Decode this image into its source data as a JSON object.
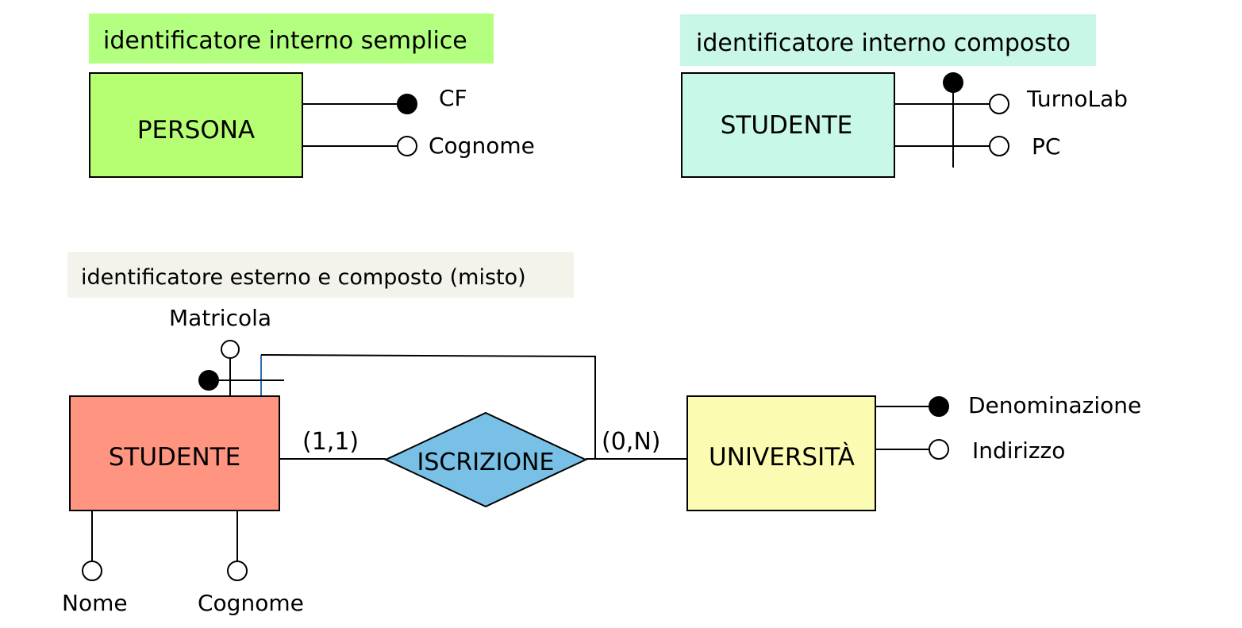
{
  "colors": {
    "green_label_bg": "#b3ff80",
    "teal_label_bg": "#c8f7e8",
    "gray_label_bg": "#f3f3ec",
    "persona_fill": "#b6ff73",
    "studente_top_fill": "#c8f8e8",
    "studente_bottom_fill": "#ff9580",
    "iscrizione_fill": "#79c0e6",
    "universita_fill": "#fbfbb2",
    "line": "#000000",
    "accent_line": "#2c6fb3"
  },
  "examples": {
    "simple": {
      "caption": "identificatore interno semplice",
      "entity": "PERSONA",
      "attributes": [
        {
          "name": "CF",
          "identifier": true
        },
        {
          "name": "Cognome",
          "identifier": false
        }
      ]
    },
    "composite": {
      "caption": "identificatore interno composto",
      "entity": "STUDENTE",
      "attributes": [
        {
          "name": "TurnoLab"
        },
        {
          "name": "PC"
        }
      ]
    },
    "mixed": {
      "caption": "identificatore esterno e composto (misto)",
      "entity": "STUDENTE",
      "relationship": "ISCRIZIONE",
      "other_entity": "UNIVERSITÀ",
      "card_left": "(1,1)",
      "card_right": "(0,N)",
      "student_attributes": {
        "top": "Matricola",
        "bottom_left": "Nome",
        "bottom_right": "Cognome"
      },
      "university_attributes": [
        {
          "name": "Denominazione",
          "identifier": true
        },
        {
          "name": "Indirizzo",
          "identifier": false
        }
      ]
    }
  }
}
